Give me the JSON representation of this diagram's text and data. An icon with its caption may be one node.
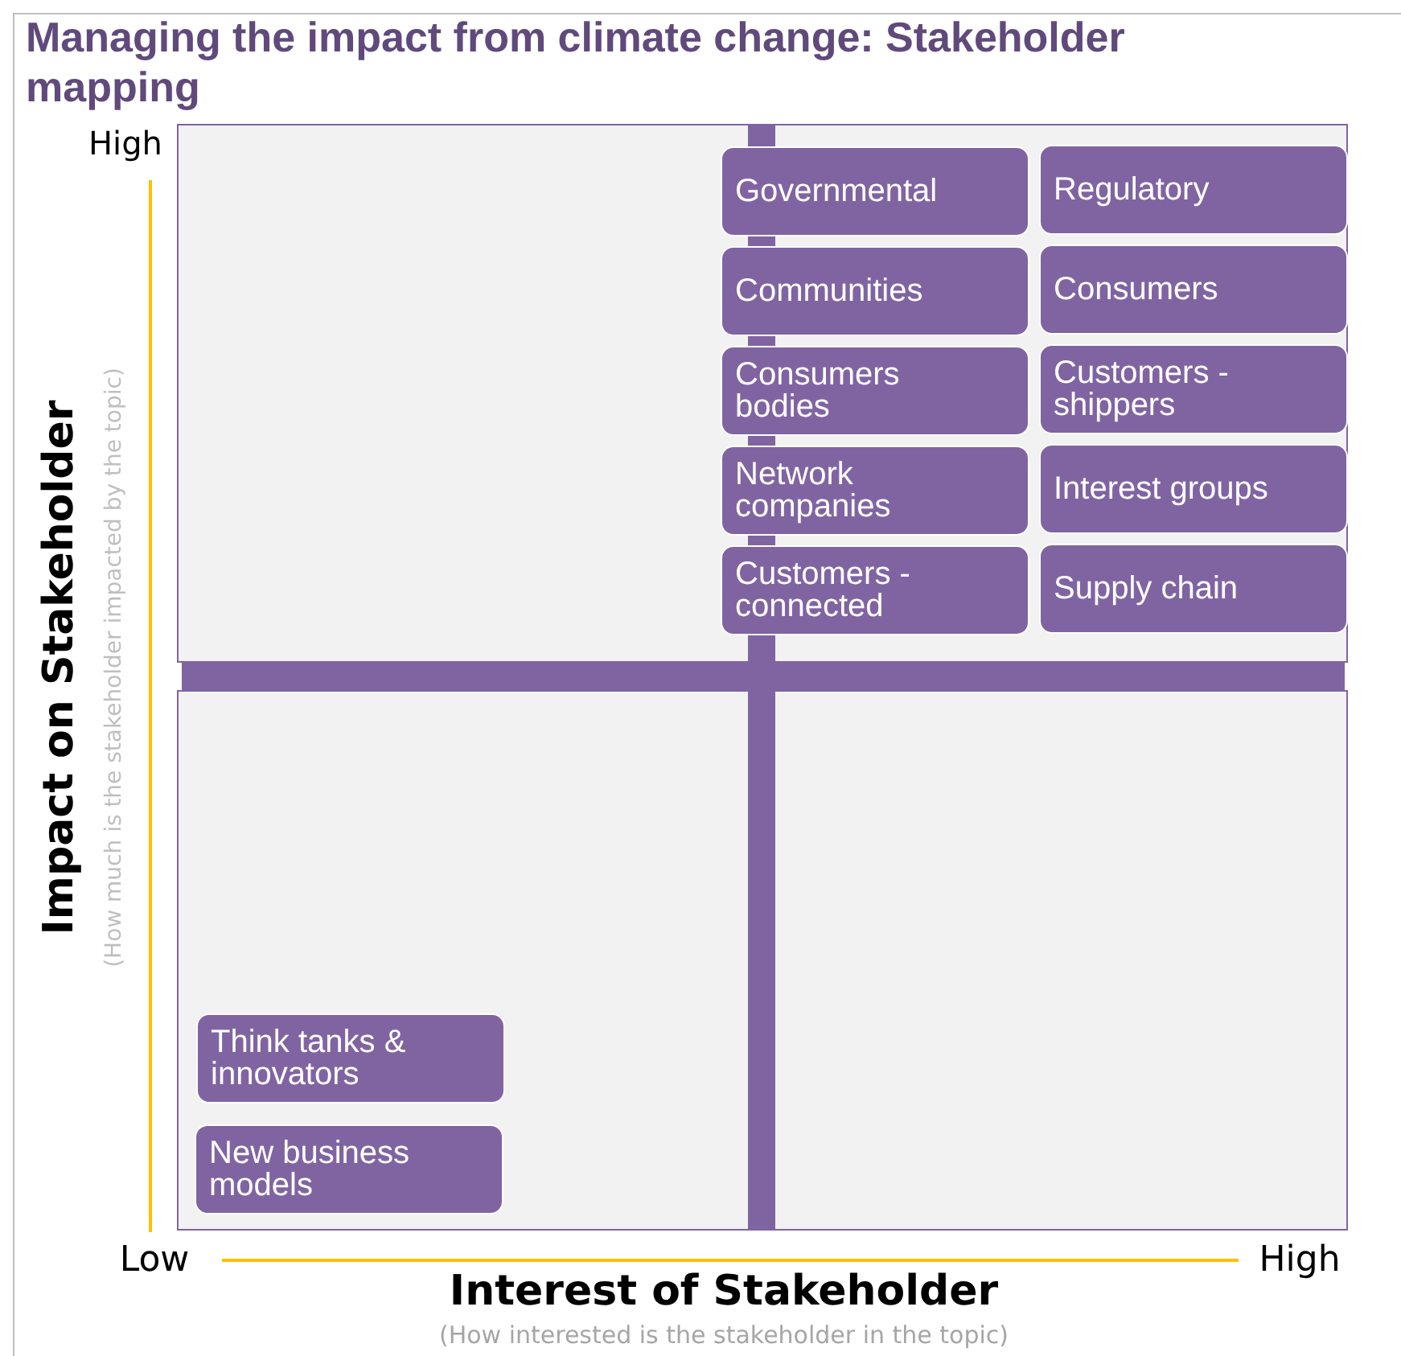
{
  "diagram": {
    "title": "Managing the impact from climate change: Stakeholder mapping",
    "nodes": [
      {
        "text": [
          "Governmental"
        ]
      },
      {
        "text": [
          "Regulatory"
        ]
      },
      {
        "text": [
          "Communities"
        ]
      },
      {
        "text": [
          "Consumers"
        ]
      },
      {
        "text": [
          "Consumers bodies"
        ]
      },
      {
        "text": [
          "Customers - shippers"
        ]
      },
      {
        "text": [
          "Network companies"
        ]
      },
      {
        "text": [
          "Interest groups"
        ]
      },
      {
        "text": [
          "Customers - connected"
        ]
      },
      {
        "text": [
          "Supply chain"
        ]
      },
      {
        "text": [
          "Think tanks & innovators"
        ]
      },
      {
        "text": [
          "New business models"
        ]
      }
    ],
    "labels": [
      "High",
      "Impact on Stakeholder",
      "(How much is the stakeholder impacted by the topic)",
      "Low",
      "High",
      "Interest of Stakeholder",
      "(How interested is the stakeholder in the topic)"
    ]
  }
}
